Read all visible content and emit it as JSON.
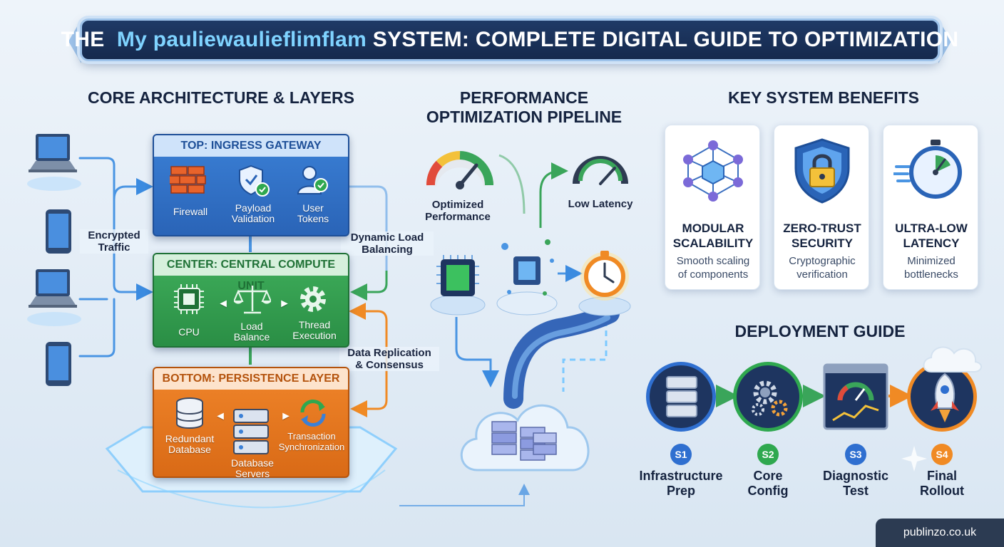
{
  "title": {
    "prefix": "THE",
    "highlight": "My pauliewaulieflimflam",
    "suffix": "SYSTEM: COMPLETE DIGITAL GUIDE TO OPTIMIZATION"
  },
  "architecture": {
    "heading": "CORE ARCHITECTURE & LAYERS",
    "encrypted_traffic": "Encrypted\nTraffic",
    "dynamic_load": "Dynamic Load\nBalancing",
    "data_replication": "Data Replication\n& Consensus",
    "top": {
      "title": "TOP: INGRESS GATEWAY",
      "items": [
        "Firewall",
        "Payload\nValidation",
        "User\nTokens"
      ]
    },
    "center": {
      "title": "CENTER: CENTRAL COMPUTE UNIT",
      "items": [
        "CPU",
        "Load\nBalance",
        "Thread\nExecution"
      ]
    },
    "bottom": {
      "title": "BOTTOM: PERSISTENCE LAYER",
      "items": [
        "Redundant\nDatabase",
        "Database\nServers",
        "Transaction\nSynchronization"
      ]
    }
  },
  "pipeline": {
    "heading": "PERFORMANCE\nOPTIMIZATION PIPELINE",
    "optimized": "Optimized\nPerformance",
    "low_latency": "Low Latency"
  },
  "benefits": {
    "heading": "KEY SYSTEM BENEFITS",
    "cards": [
      {
        "title": "MODULAR\nSCALABILITY",
        "desc": "Smooth scaling\nof components",
        "icon": "network-cube-icon"
      },
      {
        "title": "ZERO-TRUST\nSECURITY",
        "desc": "Cryptographic\nverification",
        "icon": "shield-lock-icon"
      },
      {
        "title": "ULTRA-LOW\nLATENCY",
        "desc": "Minimized\nbottlenecks",
        "icon": "stopwatch-icon"
      }
    ]
  },
  "deployment": {
    "heading": "DEPLOYMENT GUIDE",
    "steps": [
      {
        "badge": "S1",
        "label": "Infrastructure\nPrep",
        "color": "#2f6fd0"
      },
      {
        "badge": "S2",
        "label": "Core\nConfig",
        "color": "#2fa84f"
      },
      {
        "badge": "S3",
        "label": "Diagnostic\nTest",
        "color": "#2f6fd0"
      },
      {
        "badge": "S4",
        "label": "Final\nRollout",
        "color": "#f08a24"
      }
    ]
  },
  "footer": "publinzo.co.uk",
  "colors": {
    "blue": "#2f6fd0",
    "green": "#2fa84f",
    "orange": "#f08a24",
    "navy": "#15294d"
  }
}
